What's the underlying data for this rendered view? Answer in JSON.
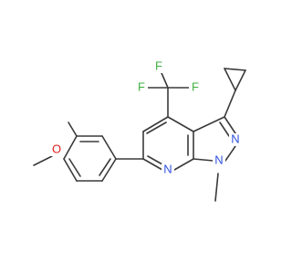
{
  "colors": {
    "bond": "#3a3a3a",
    "carbon": "#3a3a3a",
    "nitrogen": "#3050e0",
    "oxygen": "#e02020",
    "fluorine": "#40b040",
    "background": "#ffffff"
  },
  "atom_labels": {
    "f1": "F",
    "f2": "F",
    "f3": "F",
    "n_pyridine": "N",
    "n_pyrazole_2": "N",
    "n_pyrazole_1": "N",
    "o_methoxy": "O"
  }
}
